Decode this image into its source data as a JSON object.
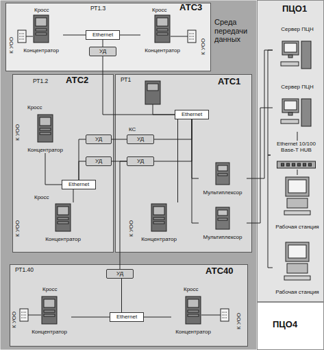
{
  "diagram": {
    "nodes": [
      {
        "text": [
          "Среда передачи данных"
        ]
      },
      {
        "text": [
          "РТ1.3",
          "АТС3"
        ],
        "in": 0
      },
      {
        "text": [
          "Концентратор"
        ],
        "in": 1
      },
      {
        "text": [
          "Ethernet"
        ],
        "in": 1
      },
      {
        "text": [
          "УД"
        ],
        "in": 1
      },
      {
        "text": [
          "Концентратор"
        ],
        "in": 1
      },
      {
        "text": [
          "РТ1.2",
          "АТС2"
        ],
        "in": 0
      },
      {
        "text": [
          "Концентратор"
        ],
        "in": 6
      },
      {
        "text": [
          "УД"
        ],
        "in": 6
      },
      {
        "text": [
          "УД"
        ],
        "in": 6
      },
      {
        "text": [
          "Ethernet"
        ],
        "in": 6
      },
      {
        "text": [
          "Концентратор"
        ],
        "in": 6
      },
      {
        "text": [
          "РТ1",
          "АТС1"
        ],
        "in": 0
      },
      {
        "text": [
          "Ethernet"
        ],
        "in": 12
      },
      {
        "text": [
          "УД"
        ],
        "in": 12
      },
      {
        "text": [
          "УД"
        ],
        "in": 12
      },
      {
        "text": [
          "Концентратор"
        ],
        "in": 12
      },
      {
        "text": [
          "Мультиплексор"
        ],
        "in": 12
      },
      {
        "text": [
          "Мультиплексор"
        ],
        "in": 12
      },
      {
        "text": [
          "РТ1.40",
          "АТС40"
        ],
        "in": 0
      },
      {
        "text": [
          "УД"
        ],
        "in": 19
      },
      {
        "text": [
          "Концентратор"
        ],
        "in": 19
      },
      {
        "text": [
          "Ethernet"
        ],
        "in": 19
      },
      {
        "text": [
          "Концентратор"
        ],
        "in": 19
      },
      {
        "text": [
          "ПЦО1"
        ]
      },
      {
        "text": [
          "Сервер ПЦН"
        ],
        "in": 24
      },
      {
        "text": [
          "Сервер ПЦН"
        ],
        "in": 24
      },
      {
        "text": [
          "Ethernet 10/100 Base-T HUB"
        ],
        "in": 24
      },
      {
        "text": [
          "Рабочая станция"
        ],
        "in": 24
      },
      {
        "text": [
          "Рабочая станция"
        ],
        "in": 24
      },
      {
        "text": [
          "ПЦО4"
        ]
      }
    ],
    "edges": [
      {
        "from": 2,
        "to": 3,
        "arrow": "none"
      },
      {
        "from": 3,
        "to": 5,
        "arrow": "none"
      },
      {
        "from": 3,
        "to": 4,
        "arrow": "none"
      },
      {
        "from": 4,
        "to": 13,
        "arrow": "none"
      },
      {
        "from": 7,
        "to": 10,
        "arrow": "none"
      },
      {
        "from": 10,
        "to": 8,
        "arrow": "none"
      },
      {
        "from": 10,
        "to": 9,
        "arrow": "none"
      },
      {
        "from": 11,
        "to": 10,
        "arrow": "none"
      },
      {
        "from": 8,
        "to": 14,
        "arrow": "none"
      },
      {
        "from": 9,
        "to": 15,
        "arrow": "none"
      },
      {
        "from": 13,
        "to": 14,
        "arrow": "none"
      },
      {
        "from": 13,
        "to": 15,
        "arrow": "none"
      },
      {
        "from": 16,
        "to": 13,
        "arrow": "none"
      },
      {
        "from": 13,
        "to": 17,
        "arrow": "none"
      },
      {
        "from": 13,
        "to": 18,
        "arrow": "none"
      },
      {
        "from": 20,
        "to": 15,
        "arrow": "none"
      },
      {
        "from": 20,
        "to": 22,
        "arrow": "none"
      },
      {
        "from": 21,
        "to": 22,
        "arrow": "none"
      },
      {
        "from": 22,
        "to": 23,
        "arrow": "none"
      },
      {
        "from": 17,
        "to": 25,
        "arrow": "none"
      },
      {
        "from": 18,
        "to": 26,
        "arrow": "none"
      },
      {
        "from": 27,
        "to": 25,
        "arrow": "none"
      },
      {
        "from": 27,
        "to": 26,
        "arrow": "none"
      },
      {
        "from": 27,
        "to": 28,
        "arrow": "none"
      },
      {
        "from": 27,
        "to": 29,
        "arrow": "none"
      }
    ],
    "labels": [
      "Кросс",
      "К УОО",
      "Кросс",
      "К УОО",
      "Кросс",
      "К УОО",
      "Кросс",
      "К УОО",
      "КС",
      "К УОО",
      "Кросс",
      "К УОО",
      "Кросс",
      "К УОО"
    ]
  }
}
